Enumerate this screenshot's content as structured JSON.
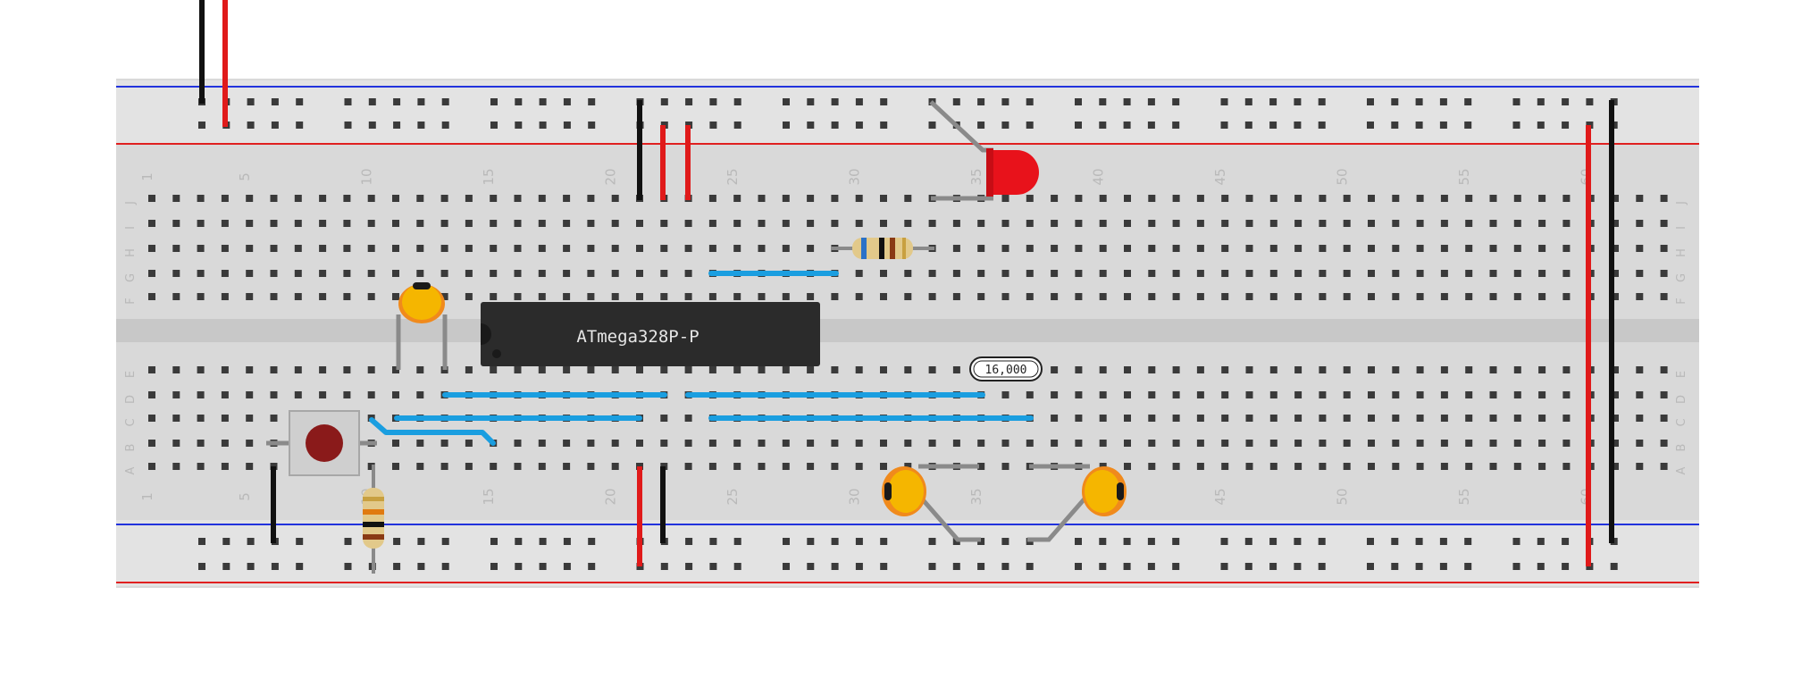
{
  "breadboard": {
    "column_labels": [
      "1",
      "5",
      "10",
      "15",
      "20",
      "25",
      "30",
      "35",
      "40",
      "45",
      "50",
      "55",
      "60"
    ],
    "top_row_labels": [
      "J",
      "I",
      "H",
      "G",
      "F"
    ],
    "bottom_row_labels": [
      "E",
      "D",
      "C",
      "B",
      "A"
    ],
    "colors": {
      "board": "#d9d9d9",
      "rail_band": "#e6e6e6",
      "center_channel": "#c8c8c8",
      "rail_positive": "#e02020",
      "rail_negative": "#2233dd",
      "hole": "#3a3a3a"
    }
  },
  "components": {
    "microcontroller": {
      "label": "ATmega328P-P",
      "color": "#2b2b2b"
    },
    "crystal": {
      "label": "16,000"
    },
    "pushbutton": {
      "cap_color": "#8a1a1a"
    },
    "led": {
      "color": "#e8121b"
    },
    "capacitor_color": "#f5b600"
  },
  "wires": {
    "red": "#e01a1a",
    "black": "#111111",
    "blue": "#1a9ee0",
    "lead": "#8a8a8a"
  }
}
